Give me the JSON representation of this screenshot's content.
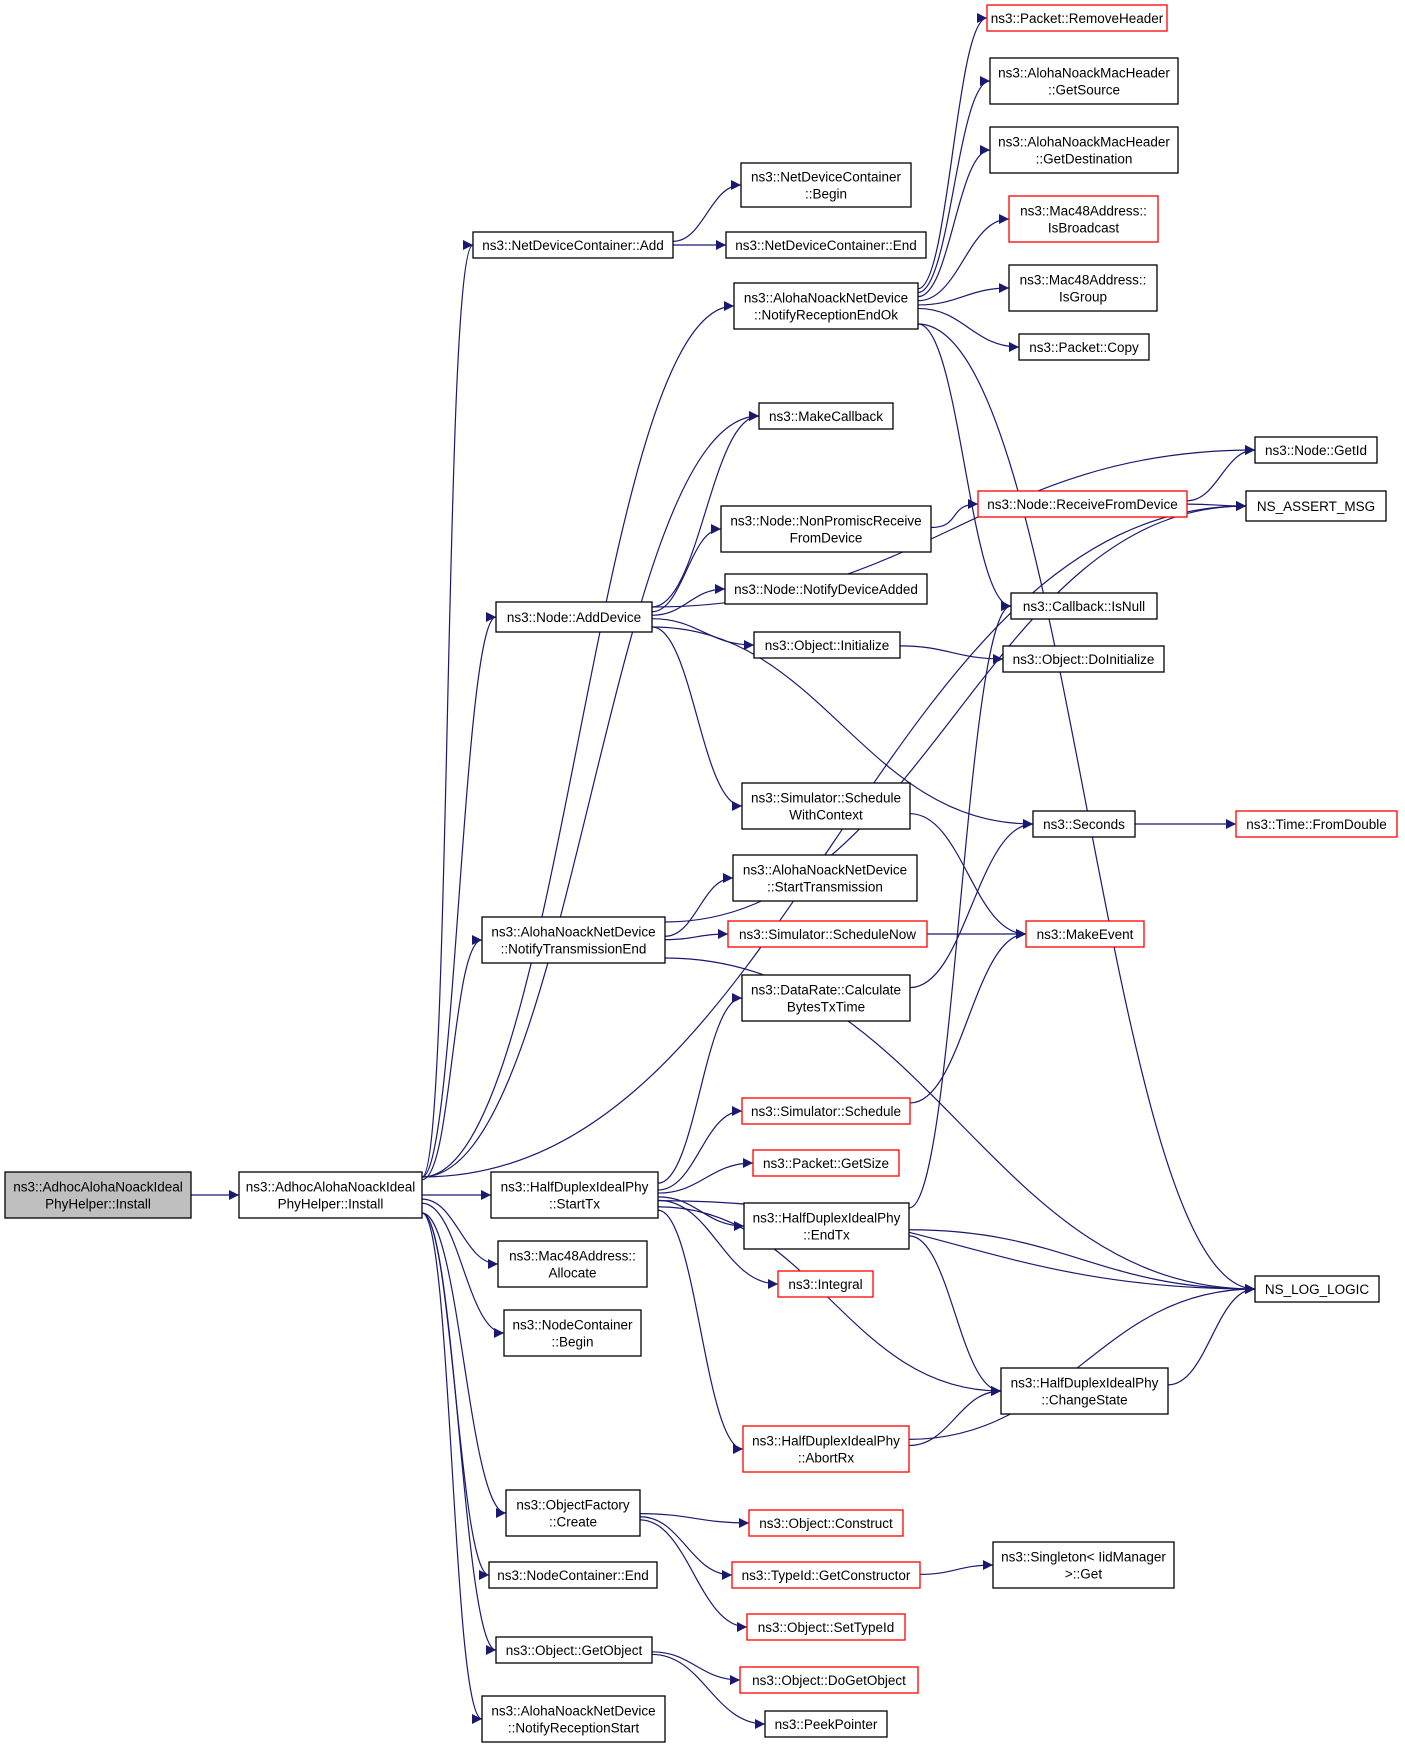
{
  "nodes": [
    {
      "id": "root",
      "lines": [
        "ns3::AdhocAlohaNoackIdeal",
        "PhyHelper::Install"
      ],
      "style": "root"
    },
    {
      "id": "install",
      "lines": [
        "ns3::AdhocAlohaNoackIdeal",
        "PhyHelper::Install"
      ],
      "style": "normal"
    },
    {
      "id": "ndc_add",
      "lines": [
        "ns3::NetDeviceContainer::Add"
      ],
      "style": "normal"
    },
    {
      "id": "ndc_begin",
      "lines": [
        "ns3::NetDeviceContainer",
        "::Begin"
      ],
      "style": "normal"
    },
    {
      "id": "ndc_end",
      "lines": [
        "ns3::NetDeviceContainer::End"
      ],
      "style": "normal"
    },
    {
      "id": "notify_rx_ok",
      "lines": [
        "ns3::AlohaNoackNetDevice",
        "::NotifyReceptionEndOk"
      ],
      "style": "normal"
    },
    {
      "id": "remove_header",
      "lines": [
        "ns3::Packet::RemoveHeader"
      ],
      "style": "red"
    },
    {
      "id": "get_source",
      "lines": [
        "ns3::AlohaNoackMacHeader",
        "::GetSource"
      ],
      "style": "normal"
    },
    {
      "id": "get_dest",
      "lines": [
        "ns3::AlohaNoackMacHeader",
        "::GetDestination"
      ],
      "style": "normal"
    },
    {
      "id": "is_broadcast",
      "lines": [
        "ns3::Mac48Address::",
        "IsBroadcast"
      ],
      "style": "red"
    },
    {
      "id": "is_group",
      "lines": [
        "ns3::Mac48Address::",
        "IsGroup"
      ],
      "style": "normal"
    },
    {
      "id": "packet_copy",
      "lines": [
        "ns3::Packet::Copy"
      ],
      "style": "normal"
    },
    {
      "id": "make_callback",
      "lines": [
        "ns3::MakeCallback"
      ],
      "style": "normal"
    },
    {
      "id": "node_getid",
      "lines": [
        "ns3::Node::GetId"
      ],
      "style": "normal"
    },
    {
      "id": "ns_assert",
      "lines": [
        "NS_ASSERT_MSG"
      ],
      "style": "normal"
    },
    {
      "id": "nonpromisc",
      "lines": [
        "ns3::Node::NonPromiscReceive",
        "FromDevice"
      ],
      "style": "normal"
    },
    {
      "id": "recv_from_dev",
      "lines": [
        "ns3::Node::ReceiveFromDevice"
      ],
      "style": "red"
    },
    {
      "id": "add_device",
      "lines": [
        "ns3::Node::AddDevice"
      ],
      "style": "normal"
    },
    {
      "id": "notify_dev_added",
      "lines": [
        "ns3::Node::NotifyDeviceAdded"
      ],
      "style": "normal"
    },
    {
      "id": "cb_isnull",
      "lines": [
        "ns3::Callback::IsNull"
      ],
      "style": "normal"
    },
    {
      "id": "obj_init",
      "lines": [
        "ns3::Object::Initialize"
      ],
      "style": "normal"
    },
    {
      "id": "obj_doinit",
      "lines": [
        "ns3::Object::DoInitialize"
      ],
      "style": "normal"
    },
    {
      "id": "sched_ctx",
      "lines": [
        "ns3::Simulator::Schedule",
        "WithContext"
      ],
      "style": "normal"
    },
    {
      "id": "seconds",
      "lines": [
        "ns3::Seconds"
      ],
      "style": "normal"
    },
    {
      "id": "from_double",
      "lines": [
        "ns3::Time::FromDouble"
      ],
      "style": "red"
    },
    {
      "id": "start_tx",
      "lines": [
        "ns3::AlohaNoackNetDevice",
        "::StartTransmission"
      ],
      "style": "normal"
    },
    {
      "id": "notify_tx_end",
      "lines": [
        "ns3::AlohaNoackNetDevice",
        "::NotifyTransmissionEnd"
      ],
      "style": "normal"
    },
    {
      "id": "sched_now",
      "lines": [
        "ns3::Simulator::ScheduleNow"
      ],
      "style": "red"
    },
    {
      "id": "make_event",
      "lines": [
        "ns3::MakeEvent"
      ],
      "style": "red"
    },
    {
      "id": "calc_bytes",
      "lines": [
        "ns3::DataRate::Calculate",
        "BytesTxTime"
      ],
      "style": "normal"
    },
    {
      "id": "sim_schedule",
      "lines": [
        "ns3::Simulator::Schedule"
      ],
      "style": "red"
    },
    {
      "id": "pkt_getsize",
      "lines": [
        "ns3::Packet::GetSize"
      ],
      "style": "red"
    },
    {
      "id": "hd_starttx",
      "lines": [
        "ns3::HalfDuplexIdealPhy",
        "::StartTx"
      ],
      "style": "normal"
    },
    {
      "id": "hd_endtx",
      "lines": [
        "ns3::HalfDuplexIdealPhy",
        "::EndTx"
      ],
      "style": "normal"
    },
    {
      "id": "ns_log",
      "lines": [
        "NS_LOG_LOGIC"
      ],
      "style": "normal"
    },
    {
      "id": "mac_alloc",
      "lines": [
        "ns3::Mac48Address::",
        "Allocate"
      ],
      "style": "normal"
    },
    {
      "id": "integral",
      "lines": [
        "ns3::Integral"
      ],
      "style": "red"
    },
    {
      "id": "nc_begin",
      "lines": [
        "ns3::NodeContainer",
        "::Begin"
      ],
      "style": "normal"
    },
    {
      "id": "change_state",
      "lines": [
        "ns3::HalfDuplexIdealPhy",
        "::ChangeState"
      ],
      "style": "normal"
    },
    {
      "id": "abort_rx",
      "lines": [
        "ns3::HalfDuplexIdealPhy",
        "::AbortRx"
      ],
      "style": "red"
    },
    {
      "id": "of_create",
      "lines": [
        "ns3::ObjectFactory",
        "::Create"
      ],
      "style": "normal"
    },
    {
      "id": "obj_construct",
      "lines": [
        "ns3::Object::Construct"
      ],
      "style": "red"
    },
    {
      "id": "get_ctor",
      "lines": [
        "ns3::TypeId::GetConstructor"
      ],
      "style": "red"
    },
    {
      "id": "singleton",
      "lines": [
        "ns3::Singleton< IidManager",
        ">::Get"
      ],
      "style": "normal"
    },
    {
      "id": "nc_end",
      "lines": [
        "ns3::NodeContainer::End"
      ],
      "style": "normal"
    },
    {
      "id": "set_typeid",
      "lines": [
        "ns3::Object::SetTypeId"
      ],
      "style": "red"
    },
    {
      "id": "get_object",
      "lines": [
        "ns3::Object::GetObject"
      ],
      "style": "normal"
    },
    {
      "id": "do_getobj",
      "lines": [
        "ns3::Object::DoGetObject"
      ],
      "style": "red"
    },
    {
      "id": "notify_rx_start",
      "lines": [
        "ns3::AlohaNoackNetDevice",
        "::NotifyReceptionStart"
      ],
      "style": "normal"
    },
    {
      "id": "peek_ptr",
      "lines": [
        "ns3::PeekPointer"
      ],
      "style": "normal"
    }
  ],
  "edges": [
    [
      "root",
      "install"
    ],
    [
      "install",
      "ndc_add"
    ],
    [
      "install",
      "notify_rx_ok"
    ],
    [
      "install",
      "ns_assert"
    ],
    [
      "install",
      "make_callback"
    ],
    [
      "install",
      "add_device"
    ],
    [
      "install",
      "notify_tx_end"
    ],
    [
      "install",
      "hd_starttx"
    ],
    [
      "install",
      "mac_alloc"
    ],
    [
      "install",
      "nc_begin"
    ],
    [
      "install",
      "of_create"
    ],
    [
      "install",
      "nc_end"
    ],
    [
      "install",
      "get_object"
    ],
    [
      "install",
      "notify_rx_start"
    ],
    [
      "ndc_add",
      "ndc_begin"
    ],
    [
      "ndc_add",
      "ndc_end"
    ],
    [
      "notify_rx_ok",
      "remove_header"
    ],
    [
      "notify_rx_ok",
      "get_source"
    ],
    [
      "notify_rx_ok",
      "get_dest"
    ],
    [
      "notify_rx_ok",
      "is_broadcast"
    ],
    [
      "notify_rx_ok",
      "is_group"
    ],
    [
      "notify_rx_ok",
      "packet_copy"
    ],
    [
      "notify_rx_ok",
      "cb_isnull"
    ],
    [
      "notify_rx_ok",
      "ns_log"
    ],
    [
      "recv_from_dev",
      "node_getid"
    ],
    [
      "recv_from_dev",
      "ns_assert"
    ],
    [
      "nonpromisc",
      "recv_from_dev"
    ],
    [
      "add_device",
      "make_callback"
    ],
    [
      "add_device",
      "node_getid"
    ],
    [
      "add_device",
      "nonpromisc"
    ],
    [
      "add_device",
      "notify_dev_added"
    ],
    [
      "add_device",
      "obj_init"
    ],
    [
      "add_device",
      "sched_ctx"
    ],
    [
      "add_device",
      "seconds"
    ],
    [
      "obj_init",
      "obj_doinit"
    ],
    [
      "seconds",
      "from_double"
    ],
    [
      "sched_ctx",
      "make_event"
    ],
    [
      "notify_tx_end",
      "ns_assert"
    ],
    [
      "notify_tx_end",
      "start_tx"
    ],
    [
      "notify_tx_end",
      "sched_now"
    ],
    [
      "notify_tx_end",
      "ns_log"
    ],
    [
      "sched_now",
      "make_event"
    ],
    [
      "calc_bytes",
      "seconds"
    ],
    [
      "sim_schedule",
      "make_event"
    ],
    [
      "hd_starttx",
      "calc_bytes"
    ],
    [
      "hd_starttx",
      "sim_schedule"
    ],
    [
      "hd_starttx",
      "pkt_getsize"
    ],
    [
      "hd_starttx",
      "hd_endtx"
    ],
    [
      "hd_starttx",
      "integral"
    ],
    [
      "hd_starttx",
      "ns_log"
    ],
    [
      "hd_starttx",
      "change_state"
    ],
    [
      "hd_starttx",
      "abort_rx"
    ],
    [
      "hd_endtx",
      "cb_isnull"
    ],
    [
      "hd_endtx",
      "ns_log"
    ],
    [
      "hd_endtx",
      "change_state"
    ],
    [
      "change_state",
      "ns_log"
    ],
    [
      "abort_rx",
      "change_state"
    ],
    [
      "abort_rx",
      "ns_log"
    ],
    [
      "of_create",
      "obj_construct"
    ],
    [
      "of_create",
      "get_ctor"
    ],
    [
      "of_create",
      "set_typeid"
    ],
    [
      "get_ctor",
      "singleton"
    ],
    [
      "get_object",
      "do_getobj"
    ],
    [
      "get_object",
      "peek_ptr"
    ]
  ]
}
